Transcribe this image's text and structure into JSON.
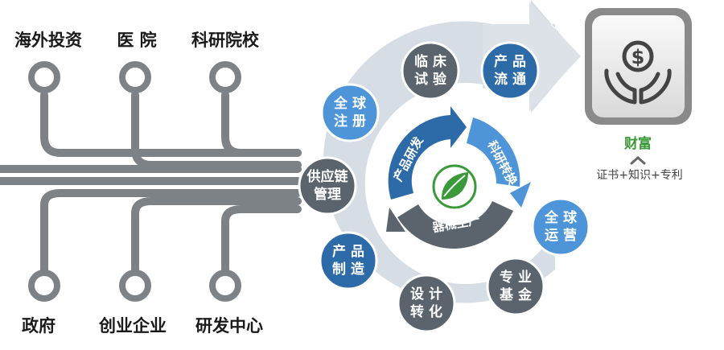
{
  "sources_top": [
    "海外投资",
    "医 院",
    "科研院校"
  ],
  "sources_bottom": [
    "政府",
    "创业企业",
    "研发中心"
  ],
  "outer_circles": [
    {
      "line1": "临 床",
      "line2": "试 验"
    },
    {
      "line1": "产 品",
      "line2": "流 通"
    },
    {
      "line1": "全 球",
      "line2": "注 册"
    },
    {
      "line1": "供应链",
      "line2": "管理"
    },
    {
      "line1": "产 品",
      "line2": "制 造"
    },
    {
      "line1": "设 计",
      "line2": "转 化"
    },
    {
      "line1": "专 业",
      "line2": "基 金"
    },
    {
      "line1": "全 球",
      "line2": "运 营"
    }
  ],
  "inner_cycle": [
    "产品研发",
    "科研转换",
    "器械生产"
  ],
  "wealth": {
    "label": "财富",
    "sub": "证书+知识+专利",
    "icon": "money-hands-icon"
  },
  "colors": {
    "dark_blue": "#2d6aa8",
    "light_blue": "#4d95d8",
    "gray_circle": "#5b646d",
    "band": "#d7dde4",
    "line": "#7d8287",
    "green": "#3a9a3a"
  }
}
